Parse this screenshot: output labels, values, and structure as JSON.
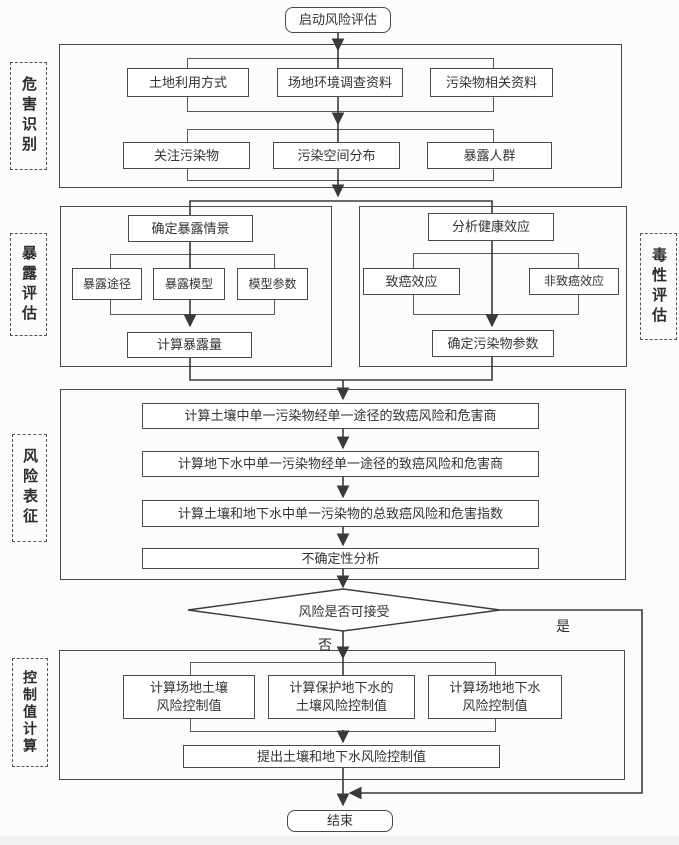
{
  "nodes": {
    "start": "启动风险评估",
    "end": "结束",
    "hazard_label": "危害识别",
    "land_use": "土地利用方式",
    "site_survey": "场地环境调查资料",
    "pollutant_info": "污染物相关资料",
    "concern_pollutants": "关注污染物",
    "spatial_distribution": "污染空间分布",
    "exposed_population": "暴露人群",
    "exposure_label": "暴露评估",
    "toxicity_label": "毒性评估",
    "exposure_scenario": "确定暴露情景",
    "exposure_pathway": "暴露途径",
    "exposure_model": "暴露模型",
    "model_params": "模型参数",
    "calc_exposure": "计算暴露量",
    "health_effects": "分析健康效应",
    "cancer_effect": "致癌效应",
    "noncancer_effect": "非致癌效应",
    "contaminant_params": "确定污染物参数",
    "characterization_label": "风险表征",
    "step_soil_risk": "计算土壤中单一污染物经单一途径的致癌风险和危害商",
    "step_gw_risk": "计算地下水中单一污染物经单一途径的致癌风险和危害商",
    "step_total_risk": "计算土壤和地下水中单一污染物的总致癌风险和危害指数",
    "uncertainty": "不确定性分析",
    "decision": "风险是否可接受",
    "yes": "是",
    "no": "否",
    "control_label": "控制值计算",
    "soil_ctrl": "计算场地土壤\n风险控制值",
    "gw_protect_ctrl": "计算保护地下水的\n土壤风险控制值",
    "gw_ctrl": "计算场地地下水\n风险控制值",
    "propose_ctrl": "提出土壤和地下水风险控制值"
  },
  "colors": {
    "line": "#3a3a3a",
    "box_border": "#4a4a4a",
    "box_fill": "#ffffff",
    "text": "#333333",
    "background": "#fcfcfc",
    "footer_strip": "#f1f1f1"
  }
}
